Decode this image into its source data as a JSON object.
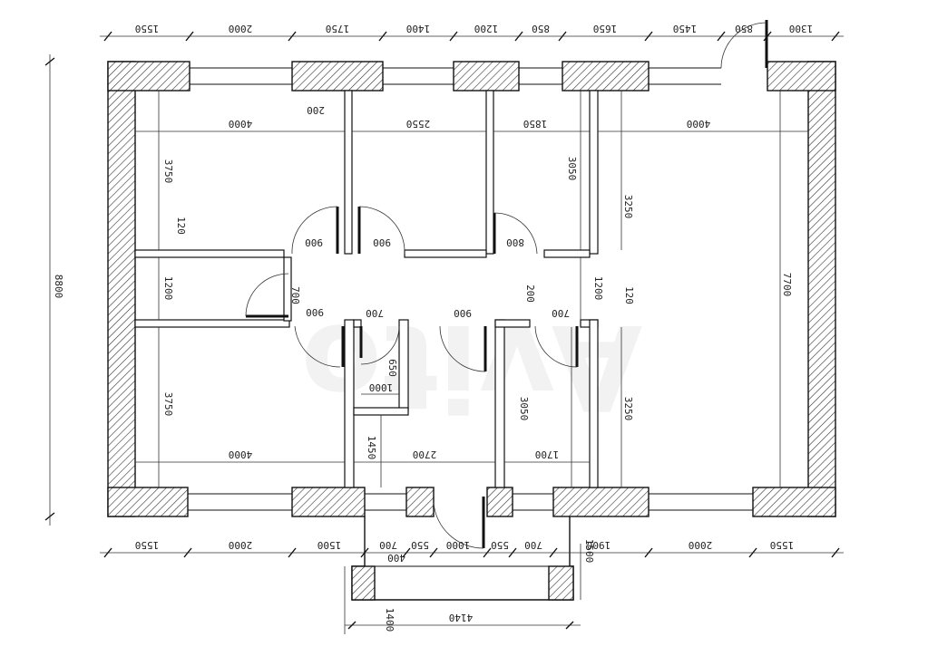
{
  "watermark": "Avito",
  "dims": {
    "top": [
      "1550",
      "2000",
      "1750",
      "1400",
      "1200",
      "850",
      "1650",
      "1450",
      "850",
      "1300"
    ],
    "bottom": [
      "1550",
      "2000",
      "1500",
      "700",
      "550",
      "1000",
      "550",
      "700",
      "1900",
      "2000",
      "1550"
    ],
    "overall_height": "8800",
    "porch_width": "4140",
    "porch_depth": "1400",
    "porch_small": "1500",
    "porch_step": "400"
  },
  "rooms": {
    "room_tl_width": "4000",
    "room_tl_height": "3750",
    "room_bl_width": "4000",
    "room_bl_height": "3750",
    "room_tc_width": "2550",
    "room_tr_width": "1850",
    "room_tr_height": "3050",
    "room_br_height": "3050",
    "room_br_width": "1700",
    "room_right_width": "4000",
    "room_right_height": "7700",
    "right_upper": "3250",
    "right_lower": "3250",
    "corridor_h": "1200",
    "corridor_h2": "1200",
    "hall_width": "2700",
    "hall_height": "1450",
    "closet_w": "1000",
    "closet_h": "650",
    "partition_200a": "200",
    "partition_200b": "200",
    "partition_120a": "120",
    "partition_120b": "120"
  },
  "doors": {
    "d_tl": "900",
    "d_tc": "900",
    "d_tr": "800",
    "d_left": "900",
    "d_left_label": "700",
    "d_bl": "700",
    "d_corr": "900",
    "d_br": "700",
    "d_entry": "1000"
  }
}
